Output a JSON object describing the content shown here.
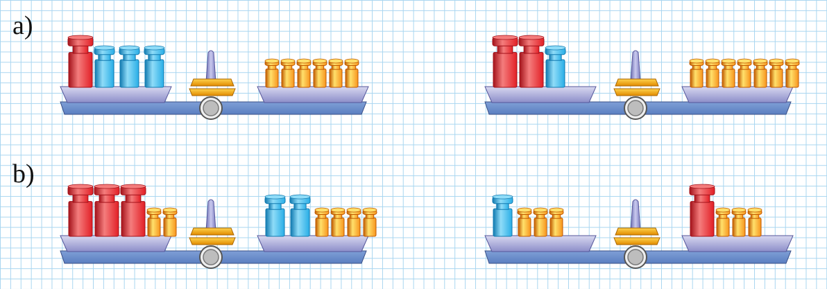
{
  "labels": {
    "a": "a)",
    "b": "b)"
  },
  "colors": {
    "heavy_weight": "#e21f26",
    "medium_weight": "#29aee6",
    "light_weight": "#f7941d",
    "pan": "#8c8ec9",
    "beam": "#5b7fc1",
    "grid": "#a9d6f0"
  },
  "scales": [
    {
      "id": "a-left",
      "row": "a",
      "left_pan": [
        "heavy",
        "medium",
        "medium",
        "medium"
      ],
      "right_pan": [
        "light",
        "light",
        "light",
        "light",
        "light",
        "light"
      ]
    },
    {
      "id": "a-right",
      "row": "a",
      "left_pan": [
        "heavy",
        "heavy",
        "medium"
      ],
      "right_pan": [
        "light",
        "light",
        "light",
        "light",
        "light",
        "light",
        "light"
      ]
    },
    {
      "id": "b-left",
      "row": "b",
      "left_pan": [
        "heavy",
        "heavy",
        "heavy",
        "light",
        "light"
      ],
      "right_pan": [
        "medium",
        "medium",
        "light",
        "light",
        "light",
        "light"
      ]
    },
    {
      "id": "b-right",
      "row": "b",
      "left_pan": [
        "medium",
        "light",
        "light",
        "light"
      ],
      "right_pan": [
        "heavy",
        "light",
        "light",
        "light"
      ]
    }
  ]
}
